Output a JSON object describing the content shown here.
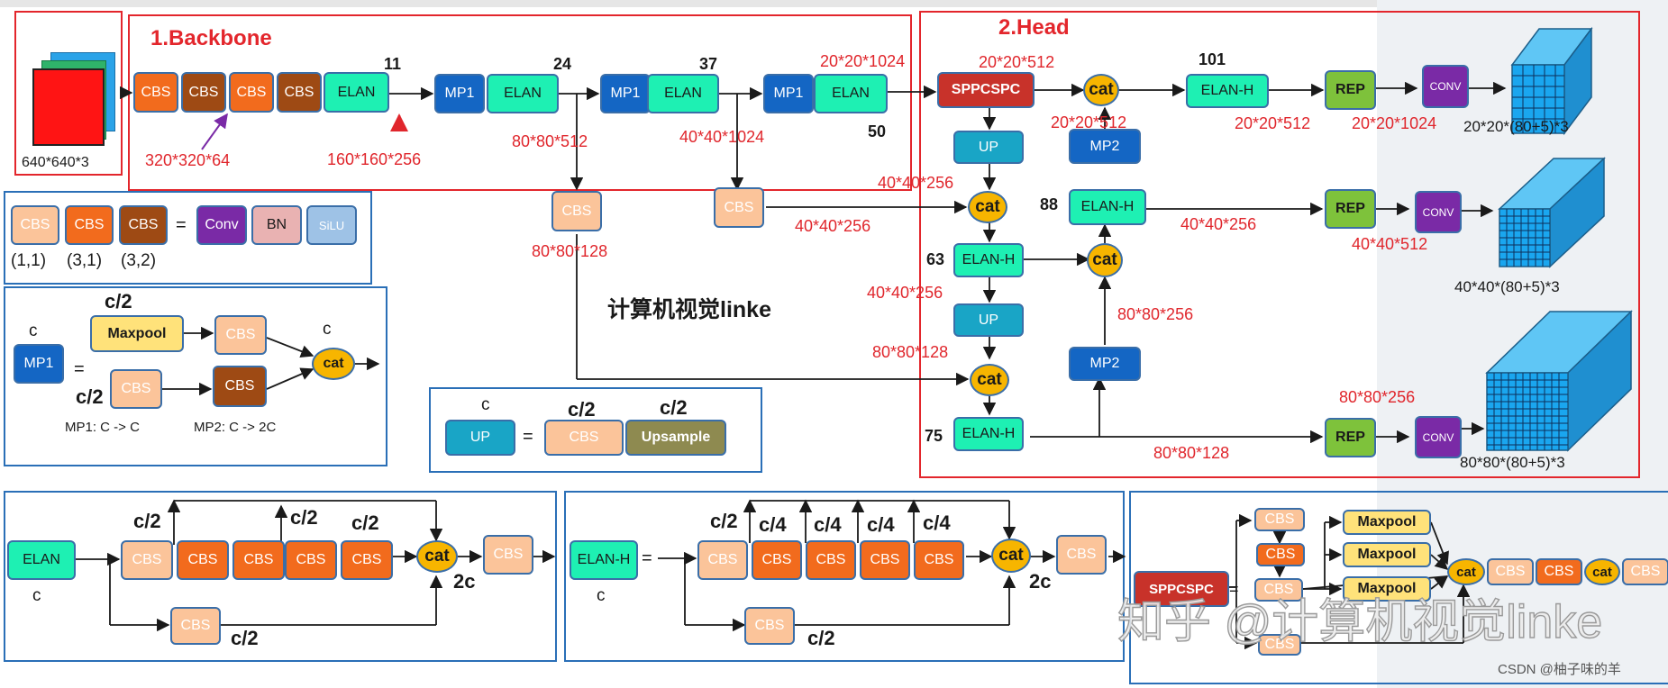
{
  "sections": {
    "backbone": "1.Backbone",
    "head": "2.Head"
  },
  "input_size": "640*640*3",
  "blocks": {
    "cbs": "CBS",
    "elan": "ELAN",
    "elan_h": "ELAN-H",
    "mp1": "MP1",
    "mp2": "MP2",
    "up": "UP",
    "sppcspc": "SPPCSPC",
    "rep": "REP",
    "conv": "CONV",
    "cat": "cat",
    "conv_title": "Conv",
    "bn": "BN",
    "silu": "SiLU",
    "maxpool": "Maxpool",
    "upsample": "Upsample"
  },
  "layer_indices": {
    "l11": "11",
    "l24": "24",
    "l37": "37",
    "l50": "50",
    "l101": "101",
    "l88": "88",
    "l63": "63",
    "l75": "75"
  },
  "feature_sizes": {
    "s320": "320*320*64",
    "s160": "160*160*256",
    "s80_512": "80*80*512",
    "s40_1024": "40*40*1024",
    "s20_1024": "20*20*1024",
    "s20_512": "20*20*512",
    "s80_128": "80*80*128",
    "s40_256": "40*40*256",
    "s40_512": "40*40*512",
    "s80_256": "80*80*256"
  },
  "outputs": {
    "o20": "20*20*(80+5)*3",
    "o40": "40*40*(80+5)*3",
    "o80": "80*80*(80+5)*3"
  },
  "cbs_legend": {
    "k11": "(1,1)",
    "k31": "(3,1)",
    "k32": "(3,2)",
    "eq": "="
  },
  "mp_legend": {
    "c": "c",
    "c2": "c/2",
    "mp1_desc": "MP1: C -> C",
    "mp2_desc": "MP2: C -> 2C"
  },
  "elan_legend": {
    "c": "c",
    "c2": "c/2",
    "c4": "c/4",
    "two_c": "2c"
  },
  "watermark_center": "计算机视觉linke",
  "watermark_zhihu": "知乎 @计算机视觉linke",
  "credit": "CSDN @柚子味的羊"
}
